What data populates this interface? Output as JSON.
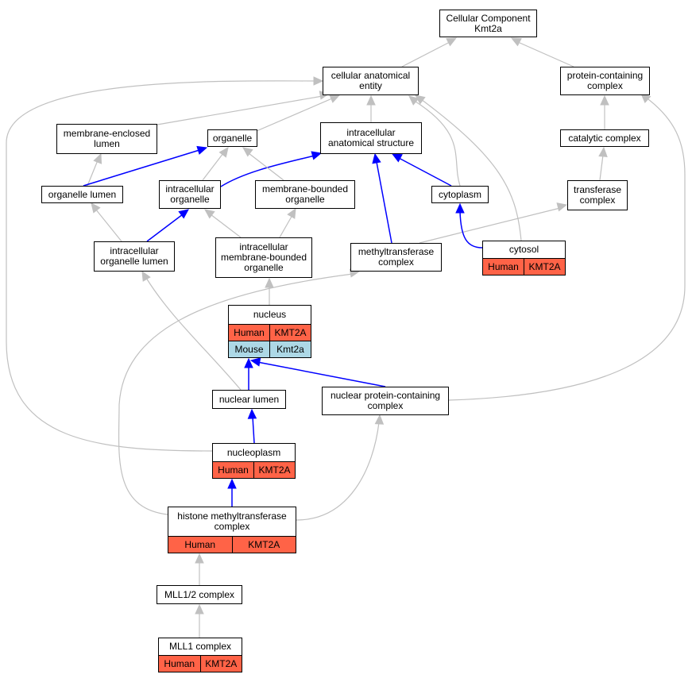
{
  "colors": {
    "direct_edge": "#0000ff",
    "inferred_edge": "#c0c0c0",
    "human_row": "#ff6347",
    "mouse_row": "#add8e6"
  },
  "nodes": [
    {
      "id": "cellular_component",
      "label": "Cellular Component\nKmt2a"
    },
    {
      "id": "cellular_anatomical_entity",
      "label": "cellular anatomical\nentity"
    },
    {
      "id": "protein_containing_complex",
      "label": "protein-containing\ncomplex"
    },
    {
      "id": "membrane_enclosed_lumen",
      "label": "membrane-enclosed\nlumen"
    },
    {
      "id": "organelle",
      "label": "organelle"
    },
    {
      "id": "intracellular_anatomical_structure",
      "label": "intracellular\nanatomical structure"
    },
    {
      "id": "catalytic_complex",
      "label": "catalytic complex"
    },
    {
      "id": "organelle_lumen",
      "label": "organelle lumen"
    },
    {
      "id": "intracellular_organelle",
      "label": "intracellular\norganelle"
    },
    {
      "id": "membrane_bounded_organelle",
      "label": "membrane-bounded\norganelle"
    },
    {
      "id": "cytoplasm",
      "label": "cytoplasm"
    },
    {
      "id": "transferase_complex",
      "label": "transferase\ncomplex"
    },
    {
      "id": "intracellular_organelle_lumen",
      "label": "intracellular\norganelle lumen"
    },
    {
      "id": "intracellular_membrane_bounded_organelle",
      "label": "intracellular\nmembrane-bounded\norganelle"
    },
    {
      "id": "methyltransferase_complex",
      "label": "methyltransferase\ncomplex"
    },
    {
      "id": "cytosol",
      "label": "cytosol",
      "rows": [
        {
          "species": "Human",
          "gene": "KMT2A"
        }
      ]
    },
    {
      "id": "nucleus",
      "label": "nucleus",
      "rows": [
        {
          "species": "Human",
          "gene": "KMT2A"
        },
        {
          "species": "Mouse",
          "gene": "Kmt2a"
        }
      ]
    },
    {
      "id": "nuclear_lumen",
      "label": "nuclear lumen"
    },
    {
      "id": "nuclear_protein_containing_complex",
      "label": "nuclear protein-containing\ncomplex"
    },
    {
      "id": "nucleoplasm",
      "label": "nucleoplasm",
      "rows": [
        {
          "species": "Human",
          "gene": "KMT2A"
        }
      ]
    },
    {
      "id": "histone_methyltransferase_complex",
      "label": "histone methyltransferase\ncomplex",
      "rows": [
        {
          "species": "Human",
          "gene": "KMT2A"
        }
      ]
    },
    {
      "id": "mll12_complex",
      "label": "MLL1/2 complex"
    },
    {
      "id": "mll1_complex",
      "label": "MLL1 complex",
      "rows": [
        {
          "species": "Human",
          "gene": "KMT2A"
        }
      ]
    }
  ],
  "edges": [
    {
      "from": "cellular_anatomical_entity",
      "to": "cellular_component",
      "type": "inferred"
    },
    {
      "from": "protein_containing_complex",
      "to": "cellular_component",
      "type": "inferred"
    },
    {
      "from": "membrane_enclosed_lumen",
      "to": "cellular_anatomical_entity",
      "type": "inferred"
    },
    {
      "from": "organelle",
      "to": "cellular_anatomical_entity",
      "type": "inferred"
    },
    {
      "from": "intracellular_anatomical_structure",
      "to": "cellular_anatomical_entity",
      "type": "inferred"
    },
    {
      "from": "cytoplasm",
      "to": "cellular_anatomical_entity",
      "type": "inferred"
    },
    {
      "from": "cytosol",
      "to": "cellular_anatomical_entity",
      "type": "inferred"
    },
    {
      "from": "nucleoplasm",
      "to": "cellular_anatomical_entity",
      "type": "inferred"
    },
    {
      "from": "catalytic_complex",
      "to": "protein_containing_complex",
      "type": "inferred"
    },
    {
      "from": "nuclear_protein_containing_complex",
      "to": "protein_containing_complex",
      "type": "inferred"
    },
    {
      "from": "transferase_complex",
      "to": "catalytic_complex",
      "type": "inferred"
    },
    {
      "from": "methyltransferase_complex",
      "to": "transferase_complex",
      "type": "inferred"
    },
    {
      "from": "organelle_lumen",
      "to": "membrane_enclosed_lumen",
      "type": "inferred"
    },
    {
      "from": "organelle_lumen",
      "to": "organelle",
      "type": "direct"
    },
    {
      "from": "intracellular_organelle",
      "to": "organelle",
      "type": "inferred"
    },
    {
      "from": "intracellular_organelle",
      "to": "intracellular_anatomical_structure",
      "type": "direct"
    },
    {
      "from": "membrane_bounded_organelle",
      "to": "organelle",
      "type": "inferred"
    },
    {
      "from": "methyltransferase_complex",
      "to": "intracellular_anatomical_structure",
      "type": "direct"
    },
    {
      "from": "cytoplasm",
      "to": "intracellular_anatomical_structure",
      "type": "direct"
    },
    {
      "from": "intracellular_organelle_lumen",
      "to": "organelle_lumen",
      "type": "inferred"
    },
    {
      "from": "intracellular_organelle_lumen",
      "to": "intracellular_organelle",
      "type": "direct"
    },
    {
      "from": "intracellular_membrane_bounded_organelle",
      "to": "intracellular_organelle",
      "type": "inferred"
    },
    {
      "from": "intracellular_membrane_bounded_organelle",
      "to": "membrane_bounded_organelle",
      "type": "inferred"
    },
    {
      "from": "cytosol",
      "to": "cytoplasm",
      "type": "direct"
    },
    {
      "from": "nucleus",
      "to": "intracellular_membrane_bounded_organelle",
      "type": "inferred"
    },
    {
      "from": "nuclear_lumen",
      "to": "intracellular_organelle_lumen",
      "type": "inferred"
    },
    {
      "from": "nuclear_lumen",
      "to": "nucleus",
      "type": "direct"
    },
    {
      "from": "nuclear_protein_containing_complex",
      "to": "nucleus",
      "type": "direct"
    },
    {
      "from": "nucleoplasm",
      "to": "nuclear_lumen",
      "type": "direct"
    },
    {
      "from": "histone_methyltransferase_complex",
      "to": "nucleoplasm",
      "type": "direct"
    },
    {
      "from": "histone_methyltransferase_complex",
      "to": "methyltransferase_complex",
      "type": "inferred"
    },
    {
      "from": "histone_methyltransferase_complex",
      "to": "nuclear_protein_containing_complex",
      "type": "inferred"
    },
    {
      "from": "mll12_complex",
      "to": "histone_methyltransferase_complex",
      "type": "inferred"
    },
    {
      "from": "mll1_complex",
      "to": "mll12_complex",
      "type": "inferred"
    }
  ]
}
